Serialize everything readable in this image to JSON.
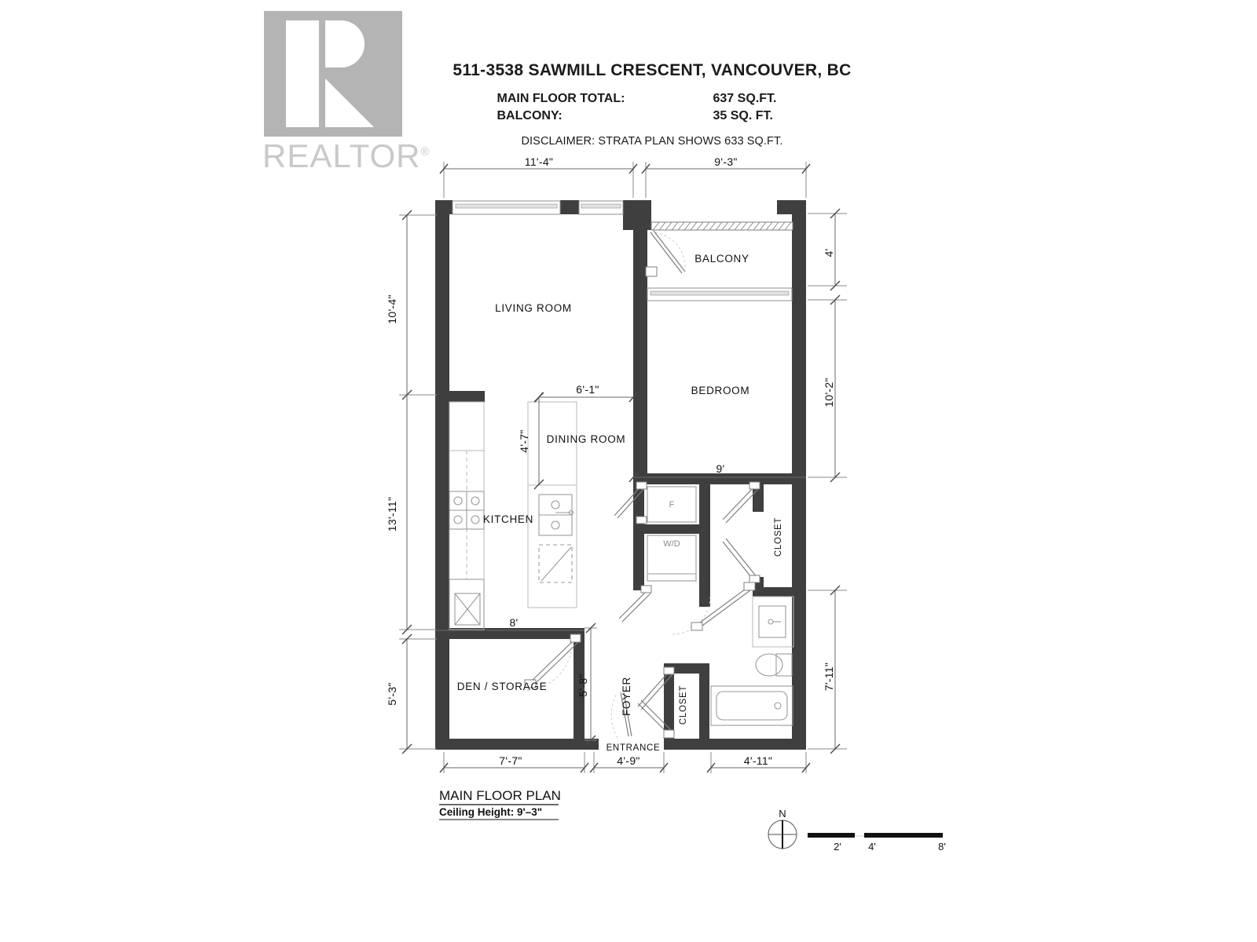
{
  "header": {
    "logo_mark": "realtor-r-logo",
    "logo_word": "REALTOR",
    "title": "511-3538 SAWMILL CRESCENT, VANCOUVER, BC",
    "specs": [
      {
        "label": "MAIN FLOOR TOTAL:",
        "value": "637 SQ.FT."
      },
      {
        "label": "BALCONY:",
        "value": "35 SQ. FT."
      }
    ],
    "disclaimer": "DISCLAIMER: STRATA PLAN SHOWS 633 SQ.FT."
  },
  "rooms": {
    "living_room": "LIVING ROOM",
    "balcony": "BALCONY",
    "bedroom": "BEDROOM",
    "dining_room": "DINING ROOM",
    "kitchen": "KITCHEN",
    "den_storage": "DEN / STORAGE",
    "foyer": "FOYER",
    "closet_bedroom": "CLOSET",
    "closet_entry": "CLOSET",
    "entrance": "ENTRANCE"
  },
  "appliances": {
    "fridge": "F",
    "washer_dryer": "W/D"
  },
  "dimensions": {
    "top_left": "11'-4\"",
    "top_right": "9'-3\"",
    "left_upper": "10'-4\"",
    "left_middle": "13'-11\"",
    "left_lower": "5'-3\"",
    "right_upper": "4'",
    "right_middle": "10'-2\"",
    "right_lower": "7'-11\"",
    "dining_width": "6'-1\"",
    "dining_height": "4'-7\"",
    "bedroom_closet_wall": "9'",
    "den_width_top": "8'",
    "den_depth": "5'-8\"",
    "bottom_left": "7'-7\"",
    "bottom_middle": "4'-9\"",
    "bottom_right": "4'-11\""
  },
  "footer": {
    "plan_title": "MAIN FLOOR PLAN",
    "ceiling_height": "Ceiling Height: 9'–3\""
  },
  "scale": {
    "compass_north": "N",
    "ticks": [
      "2'",
      "4'",
      "8'"
    ]
  },
  "colors": {
    "wall": "#3f3f3f",
    "logo": "#b4b4b4",
    "text": "#1a1a1a",
    "dimension": "#6a6a6a"
  }
}
